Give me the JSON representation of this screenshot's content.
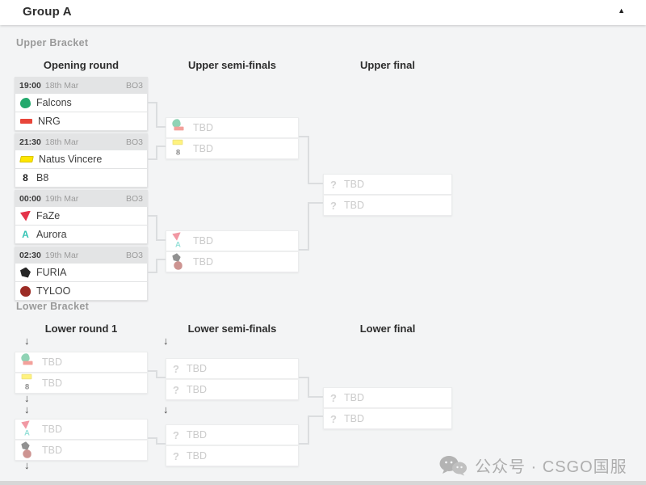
{
  "header": {
    "title": "Group A",
    "collapse_icon": "▲"
  },
  "upper": {
    "label": "Upper Bracket",
    "columns": [
      "Opening round",
      "Upper semi-finals",
      "Upper final"
    ]
  },
  "lower": {
    "label": "Lower Bracket",
    "columns": [
      "Lower round 1",
      "Lower semi-finals",
      "Lower final"
    ]
  },
  "opening_matches": [
    {
      "time": "19:00",
      "date": "18th Mar",
      "format": "BO3",
      "team1": "Falcons",
      "team2": "NRG"
    },
    {
      "time": "21:30",
      "date": "18th Mar",
      "format": "BO3",
      "team1": "Natus Vincere",
      "team2": "B8"
    },
    {
      "time": "00:00",
      "date": "19th Mar",
      "format": "BO3",
      "team1": "FaZe",
      "team2": "Aurora"
    },
    {
      "time": "02:30",
      "date": "19th Mar",
      "format": "BO3",
      "team1": "FURIA",
      "team2": "TYLOO"
    }
  ],
  "tbd": "TBD",
  "question_icon": "?",
  "drop_arrow": "↓",
  "team_logos": {
    "falcons": {
      "color": "#23a96d",
      "glyph": ""
    },
    "nrg": {
      "color": "#e8453a",
      "glyph": ""
    },
    "navi": {
      "color": "#ffe600",
      "glyph": ""
    },
    "b8": {
      "color": "#1c1c1c",
      "glyph": "8"
    },
    "faze": {
      "color": "#e4334a",
      "glyph": ""
    },
    "aurora": {
      "color": "#35c4b5",
      "glyph": "A"
    },
    "furia": {
      "color": "#262626",
      "glyph": ""
    },
    "tyloo": {
      "color": "#9c2b25",
      "glyph": ""
    }
  },
  "watermark": {
    "text": "公众号 · CSGO国服"
  }
}
